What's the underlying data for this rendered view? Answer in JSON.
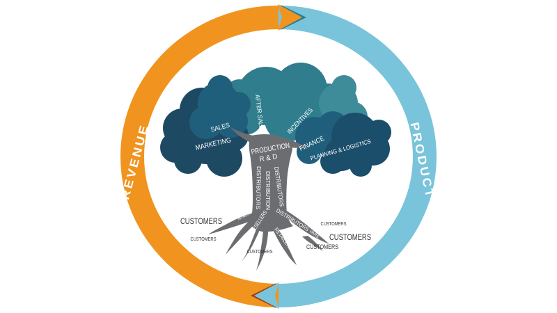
{
  "ring": {
    "revenue_label": "REVENUE",
    "product_label": "PRODUCT",
    "revenue_color": "#F0941F",
    "product_color": "#79C4DA",
    "top_arrow_shadow": "#2E7D8C",
    "bottom_arrow_shadow": "#95421F"
  },
  "canopy": {
    "labels": {
      "marketing": "MARKETING",
      "sales": "SALES",
      "after_sales": "AFTER SALES",
      "incentives": "INCENTIVES",
      "finance": "FINANCE",
      "planning": "PLANNING & LOGISTICS"
    },
    "colors": {
      "dark": "#1D4963",
      "medium": "#205F7B",
      "teal": "#2F7D8D",
      "light_teal": "#3E8B9A",
      "planning_dark": "#1B4E6B"
    }
  },
  "trunk": {
    "color": "#6C6D70",
    "production_line1": "PRODUCTION",
    "production_line2": "R & D",
    "column_left": "DISTRIBUTORS",
    "column_mid": "DISTRIBUTION",
    "column_right": "DISTRIBUTORS",
    "diagonal": "DISTRIBUTORS",
    "root_retailers_small": "RETAILERS",
    "root_resellers": "RESELLERS",
    "root_retailers": "RETAILERS",
    "root_vars": "VARS"
  },
  "customers": {
    "text_color": "#333333",
    "left_large": "CUSTOMERS",
    "left_small": "CUSTOMERS",
    "bottom_small": "CUSTOMERS",
    "right_small": "CUSTOMERS",
    "right_large": "CUSTOMERS",
    "right_medium": "CUSTOMERS"
  }
}
